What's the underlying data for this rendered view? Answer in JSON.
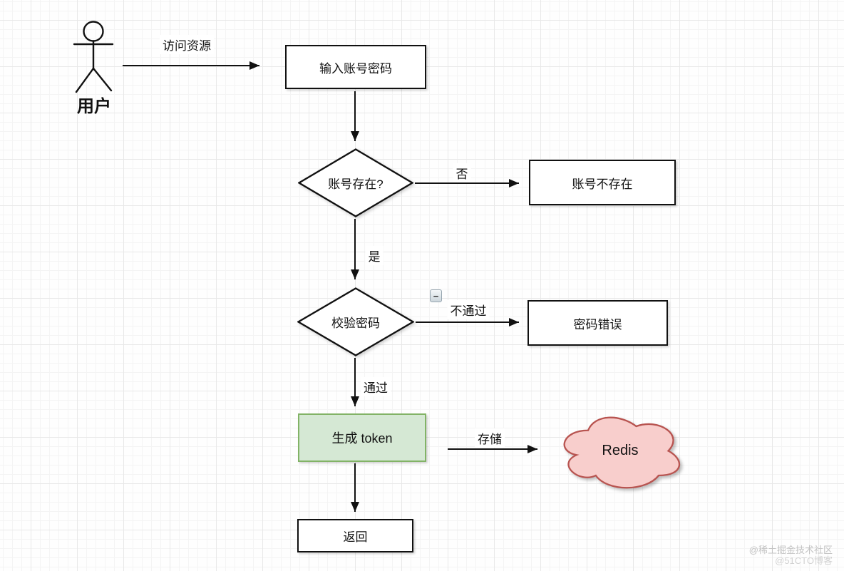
{
  "actor": {
    "label": "用户"
  },
  "nodes": {
    "input": {
      "label": "输入账号密码"
    },
    "account_exists": {
      "label": "账号存在?"
    },
    "account_not_exist": {
      "label": "账号不存在"
    },
    "verify_password": {
      "label": "校验密码"
    },
    "password_error": {
      "label": "密码错误"
    },
    "generate_token": {
      "label": "生成 token",
      "fill": "#d5e8d4",
      "stroke": "#82b366"
    },
    "redis": {
      "label": "Redis",
      "fill": "#f8cecc",
      "stroke": "#b85450"
    },
    "return": {
      "label": "返回"
    }
  },
  "edges": {
    "access_resource": {
      "label": "访问资源"
    },
    "no": {
      "label": "否"
    },
    "yes": {
      "label": "是"
    },
    "fail": {
      "label": "不通过"
    },
    "pass": {
      "label": "通过"
    },
    "store": {
      "label": "存储"
    }
  },
  "collapse_icon": {
    "glyph": "−"
  },
  "watermark": {
    "line1": "@稀土掘金技术社区",
    "line2": "@51CTO博客"
  },
  "palette": {
    "shape_stroke": "#111111",
    "grid_minor": "#f4f4f4",
    "grid_major": "#e8e8e8"
  }
}
